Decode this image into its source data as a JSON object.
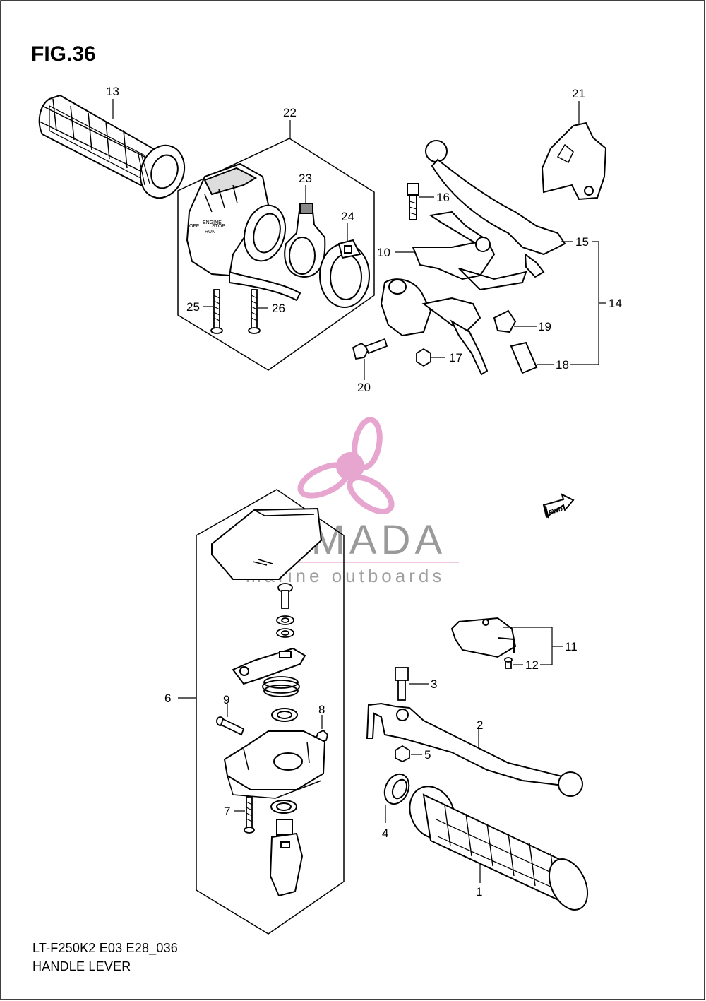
{
  "figure": {
    "title": "FIG.36",
    "model_code": "LT-F250K2 E03 E28_036",
    "caption": "HANDLE LEVER"
  },
  "watermark": {
    "brand": "ARMADA",
    "tagline": "marine outboards",
    "accent_color": "#e7a6cf",
    "text_color": "#9a9a9a"
  },
  "direction_tag": "FWD",
  "callouts": {
    "c1": "1",
    "c2": "2",
    "c3": "3",
    "c4": "4",
    "c5": "5",
    "c6": "6",
    "c7": "7",
    "c8": "8",
    "c9": "9",
    "c10": "10",
    "c11": "11",
    "c12": "12",
    "c13": "13",
    "c14": "14",
    "c15": "15",
    "c16": "16",
    "c17": "17",
    "c18": "18",
    "c19": "19",
    "c20": "20",
    "c21": "21",
    "c22": "22",
    "c23": "23",
    "c24": "24",
    "c25": "25",
    "c26": "26"
  },
  "switch_markings": {
    "engine": "ENGINE",
    "stop": "STOP",
    "off": "OFF",
    "run": "RUN"
  }
}
